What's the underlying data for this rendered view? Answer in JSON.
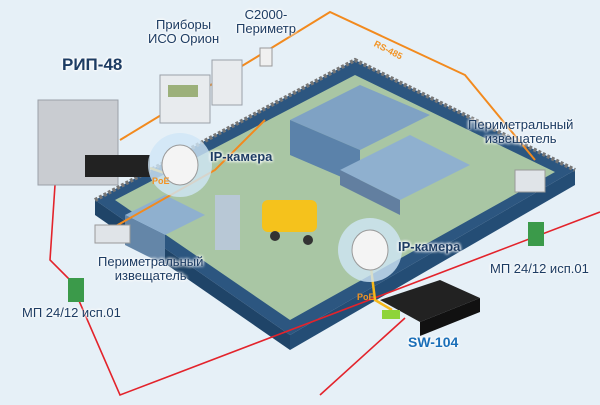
{
  "labels": {
    "rip": "РИП-48",
    "devices_line1": "Приборы",
    "devices_line2": "ИСО Орион",
    "perimeter_ctrl_line1": "С2000-",
    "perimeter_ctrl_line2": "Периметр",
    "rs485": "RS-485",
    "ip_camera_1": "IP-камера",
    "ip_camera_2": "IP-камера",
    "detector_right_line1": "Периметральный",
    "detector_right_line2": "извещатель",
    "detector_left_line1": "Периметральный",
    "detector_left_line2": "извещатель",
    "mp_left": "МП 24/12 исп.01",
    "mp_right": "МП 24/12 исп.01",
    "switch": "SW-104",
    "poe_1": "PoE",
    "poe_2": "PoE"
  },
  "colors": {
    "background": "#e6f0f7",
    "power_line": "#e3232b",
    "rs485_line": "#f28a1e",
    "poe_line": "#f6b81a",
    "perimeter": "#2c5680",
    "ground": "#a9c6a4",
    "label_text": "#1d3c63",
    "switch_label": "#1b6fb8"
  }
}
